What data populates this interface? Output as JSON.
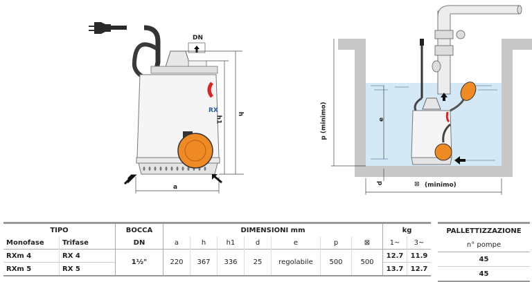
{
  "left_diagram": {
    "labels": {
      "dn": "DN",
      "a": "a",
      "h": "h",
      "h1": "h1"
    },
    "brand_mark": "RX"
  },
  "right_diagram": {
    "labels": {
      "p": "p  (minimo)",
      "e": "e",
      "d": "d",
      "width": "(minimo)",
      "width_symbol": "⊠"
    }
  },
  "colors": {
    "float_orange": "#f08a24",
    "water": "#d4e8f5",
    "wall": "#c8c8c8",
    "cable": "#3a3a3a"
  },
  "table": {
    "group_headers": {
      "tipo": "TIPO",
      "bocca": "BOCCA",
      "dimensioni": "DIMENSIONI mm",
      "kg": "kg"
    },
    "sub_headers": {
      "monofase": "Monofase",
      "trifase": "Trifase",
      "dn": "DN",
      "a": "a",
      "h": "h",
      "h1": "h1",
      "d": "d",
      "e": "e",
      "p": "p",
      "square": "⊠",
      "kg1": "1~",
      "kg3": "3~"
    },
    "rows": [
      {
        "monofase": "RXm 4",
        "trifase": "RX 4",
        "kg1": "12.7",
        "kg3": "11.9"
      },
      {
        "monofase": "RXm 5",
        "trifase": "RX 5",
        "kg1": "13.7",
        "kg3": "12.7"
      }
    ],
    "shared": {
      "dn": "1½\"",
      "a": "220",
      "h": "367",
      "h1": "336",
      "d": "25",
      "e": "regolabile",
      "p": "500",
      "square": "500"
    }
  },
  "palletization": {
    "header": "PALLETTIZZAZIONE",
    "sub_header": "n° pompe",
    "rows": [
      "45",
      "45"
    ]
  }
}
